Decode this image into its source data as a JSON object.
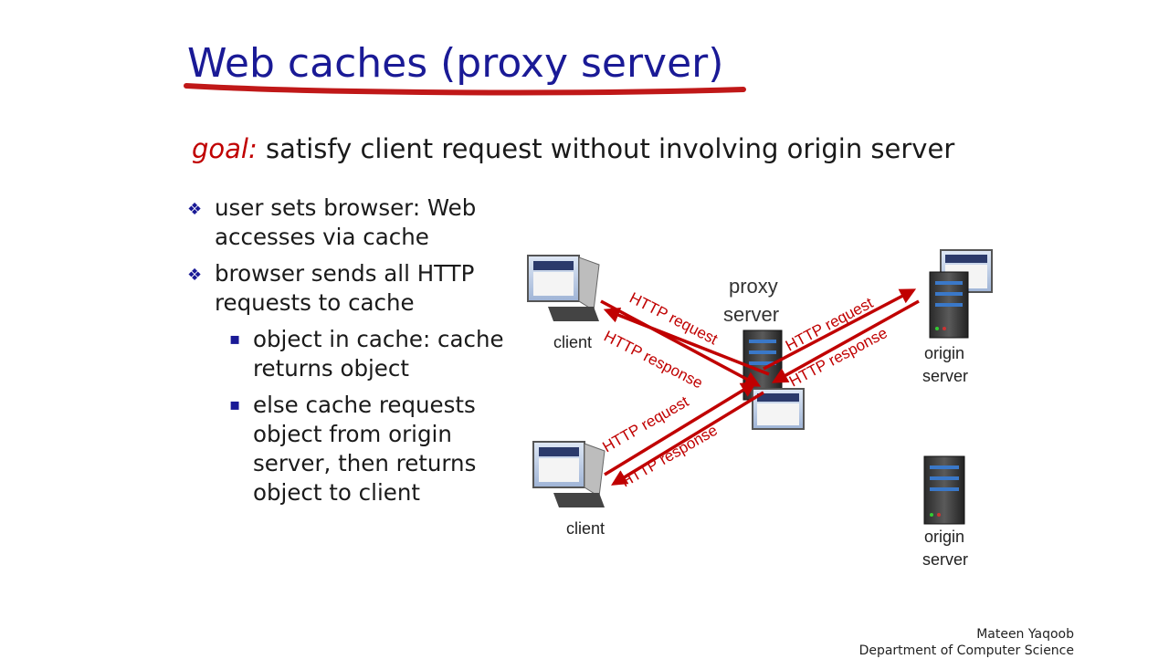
{
  "slide": {
    "title": "Web caches (proxy server)",
    "goal_label": "goal:",
    "goal_text": " satisfy client request without involving origin server",
    "bullets": [
      {
        "text": "user sets browser: Web accesses via  cache"
      },
      {
        "text": "browser sends all HTTP requests to cache"
      }
    ],
    "sub_bullets": [
      {
        "text": "object in cache: cache returns object"
      },
      {
        "text": "else cache requests object from origin server, then returns object to client"
      }
    ]
  },
  "diagram": {
    "proxy_label_1": "proxy",
    "proxy_label_2": "server",
    "client_top_label": "client",
    "client_bottom_label": "client",
    "origin_top_label_1": "origin",
    "origin_top_label_2": "server",
    "origin_bottom_label_1": "origin",
    "origin_bottom_label_2": "server",
    "arrows": {
      "top_client_request": "HTTP request",
      "top_client_response": "HTTP response",
      "origin_request": "HTTP request",
      "origin_response": "HTTP response",
      "bottom_client_request": "HTTP request",
      "bottom_client_response": "HTTP response"
    },
    "arrow_color": "#c00000"
  },
  "footer": {
    "line1": "Mateen Yaqoob",
    "line2": "Department of Computer Science"
  }
}
